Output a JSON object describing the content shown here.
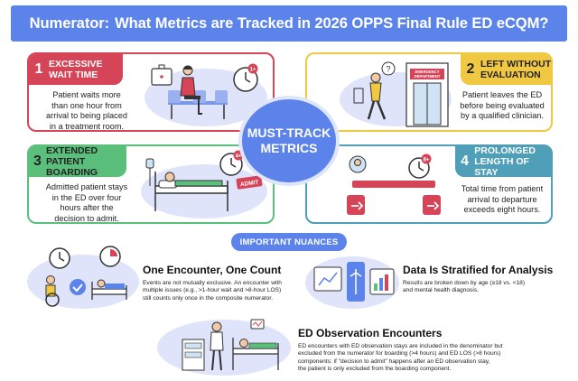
{
  "banner": {
    "lead": "Numerator:",
    "rest": "What Metrics are Tracked in 2026 OPPS Final Rule ED eCQM?"
  },
  "center": {
    "line1": "MUST-TRACK",
    "line2": "METRICS"
  },
  "metrics": [
    {
      "num": "1",
      "title1": "EXCESSIVE",
      "title2": "WAIT TIME",
      "desc": [
        "Patient waits more",
        "than one hour from",
        "arrival to being placed",
        "in a treatment room."
      ]
    },
    {
      "num": "2",
      "title1": "LEFT WITHOUT",
      "title2": "EVALUATION",
      "desc": [
        "Patient leaves the ED",
        "before being evaluated",
        "by a qualified clinician."
      ]
    },
    {
      "num": "3",
      "title1": "EXTENDED",
      "title2": "PATIENT BOARDING",
      "desc": [
        "Admitted patient stays",
        "in the ED over four",
        "hours after the",
        "decision to admit."
      ]
    },
    {
      "num": "4",
      "title1": "PROLONGED",
      "title2": "LENGTH OF STAY",
      "desc": [
        "Total time from patient",
        "arrival to departure",
        "exceeds eight hours."
      ]
    }
  ],
  "scene_labels": {
    "emergency1": "EMERGENCY",
    "emergency2": "DEPARTMENT",
    "admit": "ADMIT",
    "clock1": "1+",
    "clock4": "4+",
    "clock8": "8+"
  },
  "nuances": {
    "pill": "IMPORTANT NUANCES",
    "one": {
      "title": "One Encounter, One Count",
      "desc": [
        "Events are not mutually exclusive. An encounter with",
        "multiple issues (e.g., >1-hour wait and >8-hour LOS)",
        "still counts only once in the composite numerator."
      ]
    },
    "strat": {
      "title": "Data Is Stratified for Analysis",
      "desc": [
        "Results are broken down by age (≥18 vs. <18)",
        "and mental health diagnosis."
      ]
    },
    "obs": {
      "title": "ED Observation Encounters",
      "desc": [
        "ED encounters with ED observation stays are included in the denominator but",
        "excluded from the numerator for boarding (>4 hours) and ED LOS (>8 hours)",
        "components; if \"decision to admit\" happens after an ED observation stay,",
        "the patient is only excluded from the boarding component."
      ]
    }
  },
  "colors": {
    "blue": "#5b83ea",
    "red": "#d64457",
    "yellow": "#f1c842",
    "green": "#5bbf7c",
    "teal": "#4e9fb7",
    "lavender": "#dfe4fb"
  }
}
